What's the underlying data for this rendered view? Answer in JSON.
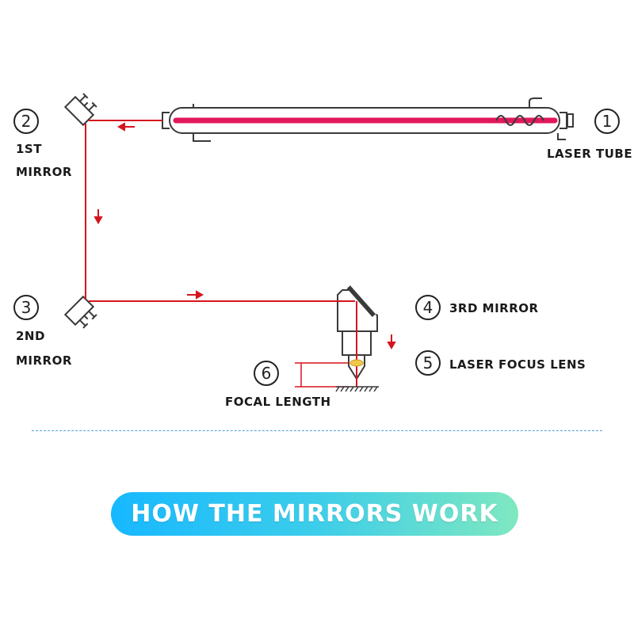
{
  "labels": {
    "laser_tube": "LASER TUBE",
    "first_mirror": [
      "1ST",
      "MIRROR"
    ],
    "second_mirror": [
      "2ND",
      "MIRROR"
    ],
    "third_mirror": "3RD MIRROR",
    "focus_lens": "LASER FOCUS LENS",
    "focal_length": "FOCAL LENGTH"
  },
  "badges": {
    "laser_tube": "1",
    "first_mirror": "2",
    "second_mirror": "3",
    "third_mirror": "4",
    "focus_lens": "5",
    "focal_length": "6"
  },
  "banner": {
    "text": "HOW THE MIRRORS WORK",
    "gradient": [
      "#17b8ff",
      "#3ccdea",
      "#7fe8c0"
    ]
  },
  "colors": {
    "beam": "#d5141e",
    "tube_beam": "#e2185a",
    "outline": "#3a3a3a",
    "divider": "#4fa3d6"
  }
}
